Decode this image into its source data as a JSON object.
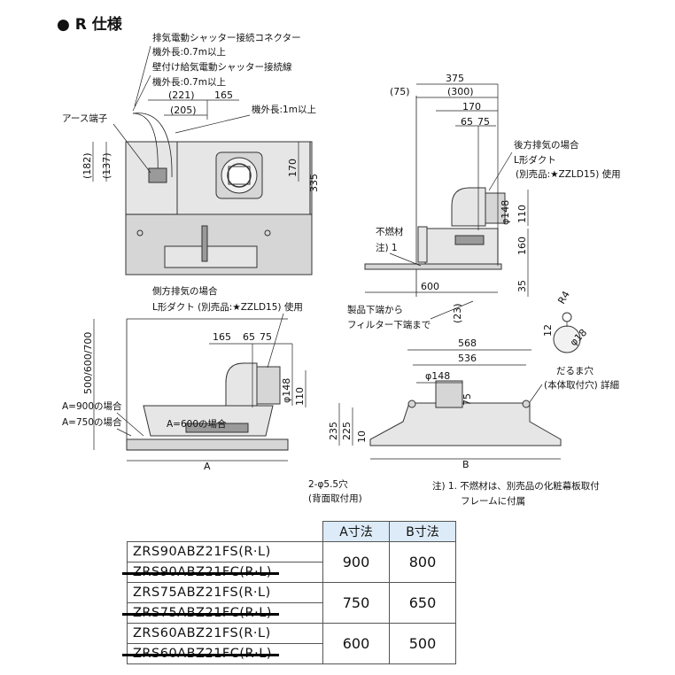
{
  "title": "● R 仕様",
  "top_view": {
    "callout_connector": "排気電動シャッター接続コネクター",
    "callout_cable1": "機外長:0.7m以上",
    "callout_wall": "壁付け給気電動シャッター接続線",
    "callout_cable2": "機外長:0.7m以上",
    "callout_cable3": "機外長:1m以上",
    "earth": "アース端子",
    "d221": "(221)",
    "d165": "165",
    "d205": "(205)",
    "d182": "(182)",
    "d137": "(137)",
    "d170": "170",
    "d335": "335"
  },
  "side_view": {
    "d375": "375",
    "d75": "(75)",
    "d300": "(300)",
    "d170": "170",
    "d65": "65",
    "d75b": "75",
    "rear_exhaust": "後方排気の場合",
    "l_duct": "L形ダクト",
    "l_duct_opt": "(別売品:★ZZLD15) 使用",
    "phi148": "φ148",
    "d110": "110",
    "d160": "160",
    "d35": "35",
    "d600": "600",
    "d23": "(23)",
    "noncomb": "不燃材",
    "note1": "注) 1",
    "from_bottom": "製品下端から",
    "to_filter": "フィルター下端まで"
  },
  "front_view": {
    "side_exhaust": "側方排気の場合",
    "l_duct_opt": "L形ダクト (別売品:★ZZLD15) 使用",
    "d165": "165",
    "d65": "65",
    "d75": "75",
    "phi148": "φ148",
    "d110": "110",
    "height": "500/600/700",
    "a900": "A=900の場合",
    "a750": "A=750の場合",
    "a600": "A=600の場合",
    "dimA": "A",
    "hole": "2-φ5.5穴",
    "hole_note": "(背面取付用)"
  },
  "right_view": {
    "d568": "568",
    "d536": "536",
    "phi148": "φ148",
    "d75": "75",
    "d235": "235",
    "d225": "225",
    "d10": "10",
    "dimB": "B",
    "r4": "R4",
    "d12": "12",
    "phi18": "φ18",
    "daruma": "だるま穴",
    "daruma2": "(本体取付穴) 詳細"
  },
  "note": {
    "line1": "注) 1. 不燃材は、別売品の化粧幕板取付",
    "line2": "フレームに付属"
  },
  "table": {
    "col_a": "A寸法",
    "col_b": "B寸法",
    "rows": [
      {
        "model": "ZRS90ABZ21FS(R·L)",
        "model_old": "ZRS90ABZ21FC(R·L)",
        "a": "900",
        "b": "800"
      },
      {
        "model": "ZRS75ABZ21FS(R·L)",
        "model_old": "ZRS75ABZ21FC(R·L)",
        "a": "750",
        "b": "650"
      },
      {
        "model": "ZRS60ABZ21FS(R·L)",
        "model_old": "ZRS60ABZ21FC(R·L)",
        "a": "600",
        "b": "500"
      }
    ]
  }
}
